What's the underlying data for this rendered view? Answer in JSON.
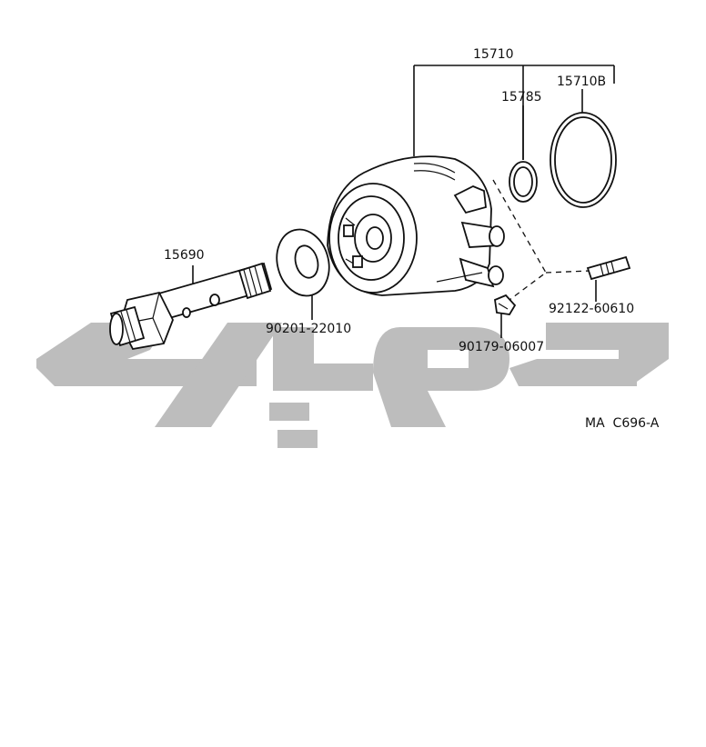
{
  "labels": {
    "assembly": "15710",
    "gasket_large": "15710B",
    "gasket_small": "15785",
    "union_bolt": "15690",
    "washer": "90201-22010",
    "stud": "92122-60610",
    "plug": "90179-06007",
    "diagram_code": "MA  C696-A"
  },
  "watermark": {
    "color": "#bdbdbd"
  }
}
